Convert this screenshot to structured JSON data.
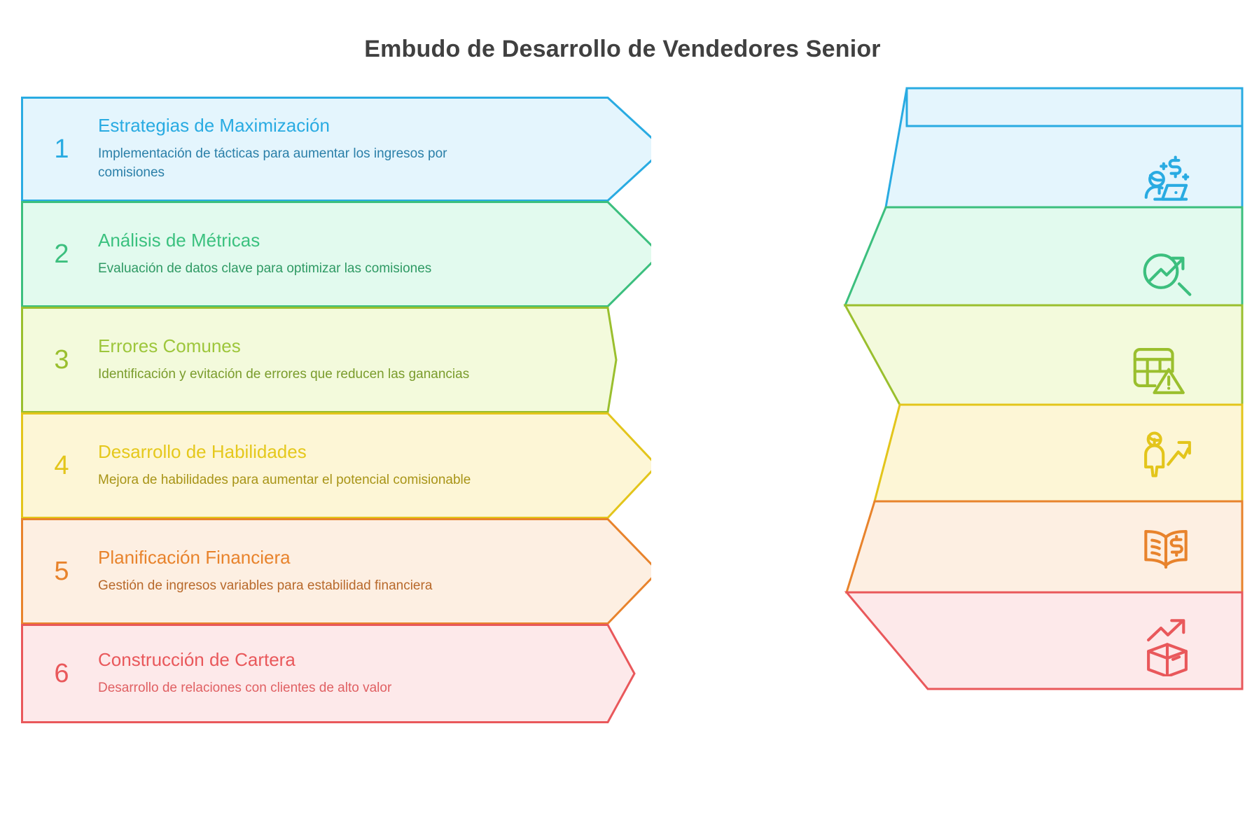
{
  "title": "Embudo de Desarrollo de Vendedores Senior",
  "stages": [
    {
      "number": "1",
      "title": "Estrategias de Maximización",
      "description": "Implementación de tácticas para aumentar los ingresos por comisiones",
      "icon": "person-laptop-money-icon",
      "color_stroke": "#29ABE2",
      "color_fill": "#E4F5FD",
      "color_title": "#29ABE2",
      "color_desc": "#2A7FA8",
      "color_number": "#29ABE2"
    },
    {
      "number": "2",
      "title": "Análisis de Métricas",
      "description": "Evaluación de datos clave para optimizar las comisiones",
      "icon": "magnifier-trend-icon",
      "color_stroke": "#3CBF7E",
      "color_fill": "#E2FAEE",
      "color_title": "#3BC17F",
      "color_desc": "#2F9A64",
      "color_number": "#3CBF7E"
    },
    {
      "number": "3",
      "title": "Errores Comunes",
      "description": "Identificación y evitación de errores que reducen las ganancias",
      "icon": "table-warning-icon",
      "color_stroke": "#9ABF2E",
      "color_fill": "#F3FADC",
      "color_title": "#9DC63B",
      "color_desc": "#7A9C2C",
      "color_number": "#9ABF2E"
    },
    {
      "number": "4",
      "title": "Desarrollo de Habilidades",
      "description": "Mejora de habilidades para aumentar el potencial comisionable",
      "icon": "person-growth-arrow-icon",
      "color_stroke": "#E3C51B",
      "color_fill": "#FDF6D6",
      "color_title": "#E5C81C",
      "color_desc": "#A89417",
      "color_number": "#E3C51B"
    },
    {
      "number": "5",
      "title": "Planificación Financiera",
      "description": "Gestión de ingresos variables para estabilidad financiera",
      "icon": "open-book-dollar-icon",
      "color_stroke": "#E8832C",
      "color_fill": "#FDEFE2",
      "color_title": "#E8832C",
      "color_desc": "#B8692B",
      "color_number": "#E8832C"
    },
    {
      "number": "6",
      "title": "Construcción de Cartera",
      "description": "Desarrollo de relaciones con clientes de alto valor",
      "icon": "open-box-trend-icon",
      "color_stroke": "#E9585B",
      "color_fill": "#FDE9EA",
      "color_title": "#E9585B",
      "color_desc": "#E06063",
      "color_number": "#E9585B"
    }
  ],
  "funnel": {
    "segments": [
      {
        "label": "Estrategias de Maximización",
        "icon": "person-laptop-money-icon"
      },
      {
        "label": "Análisis de Métricas",
        "icon": "magnifier-trend-icon"
      },
      {
        "label": "Errores Comunes",
        "icon": "table-warning-icon"
      },
      {
        "label": "Desarrollo de Habilidades",
        "icon": "person-growth-arrow-icon"
      },
      {
        "label": "Planificación Financiera",
        "icon": "open-book-dollar-icon"
      },
      {
        "label": "Construcción de Cartera",
        "icon": "open-box-trend-icon"
      }
    ]
  }
}
